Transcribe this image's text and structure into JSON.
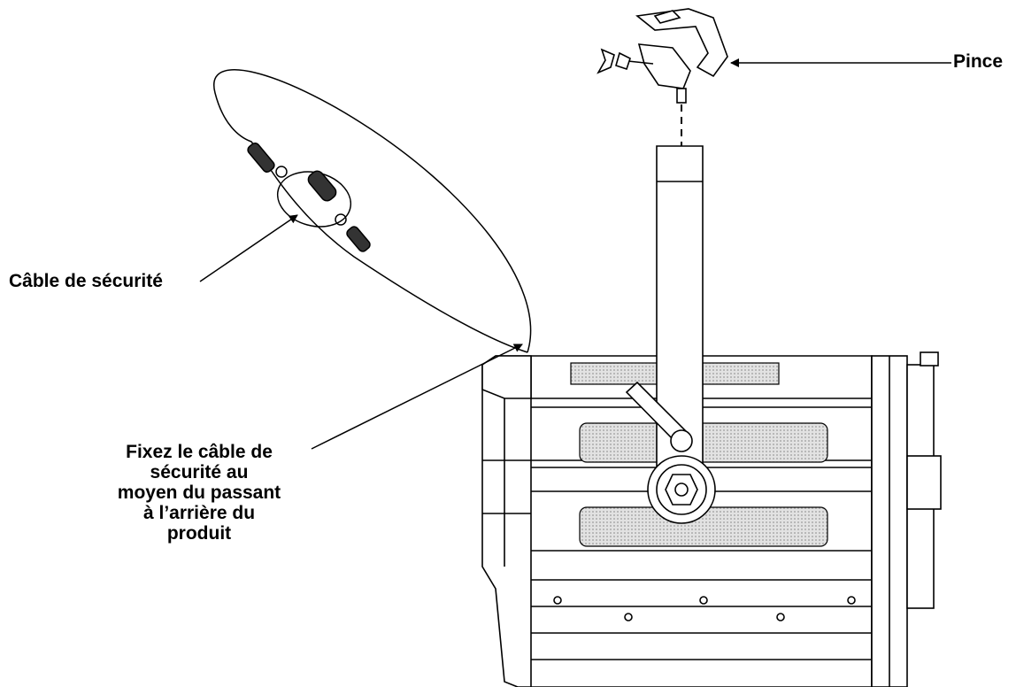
{
  "labels": {
    "pince": "Pince",
    "cable": "Câble de sécurité",
    "fixez": [
      "Fixez le câble de",
      "sécurité au",
      "moyen du passant",
      "à l’arrière du",
      "produit"
    ]
  },
  "colors": {
    "stroke": "#000000",
    "vent": "#bdbdbd",
    "background": "#ffffff"
  }
}
